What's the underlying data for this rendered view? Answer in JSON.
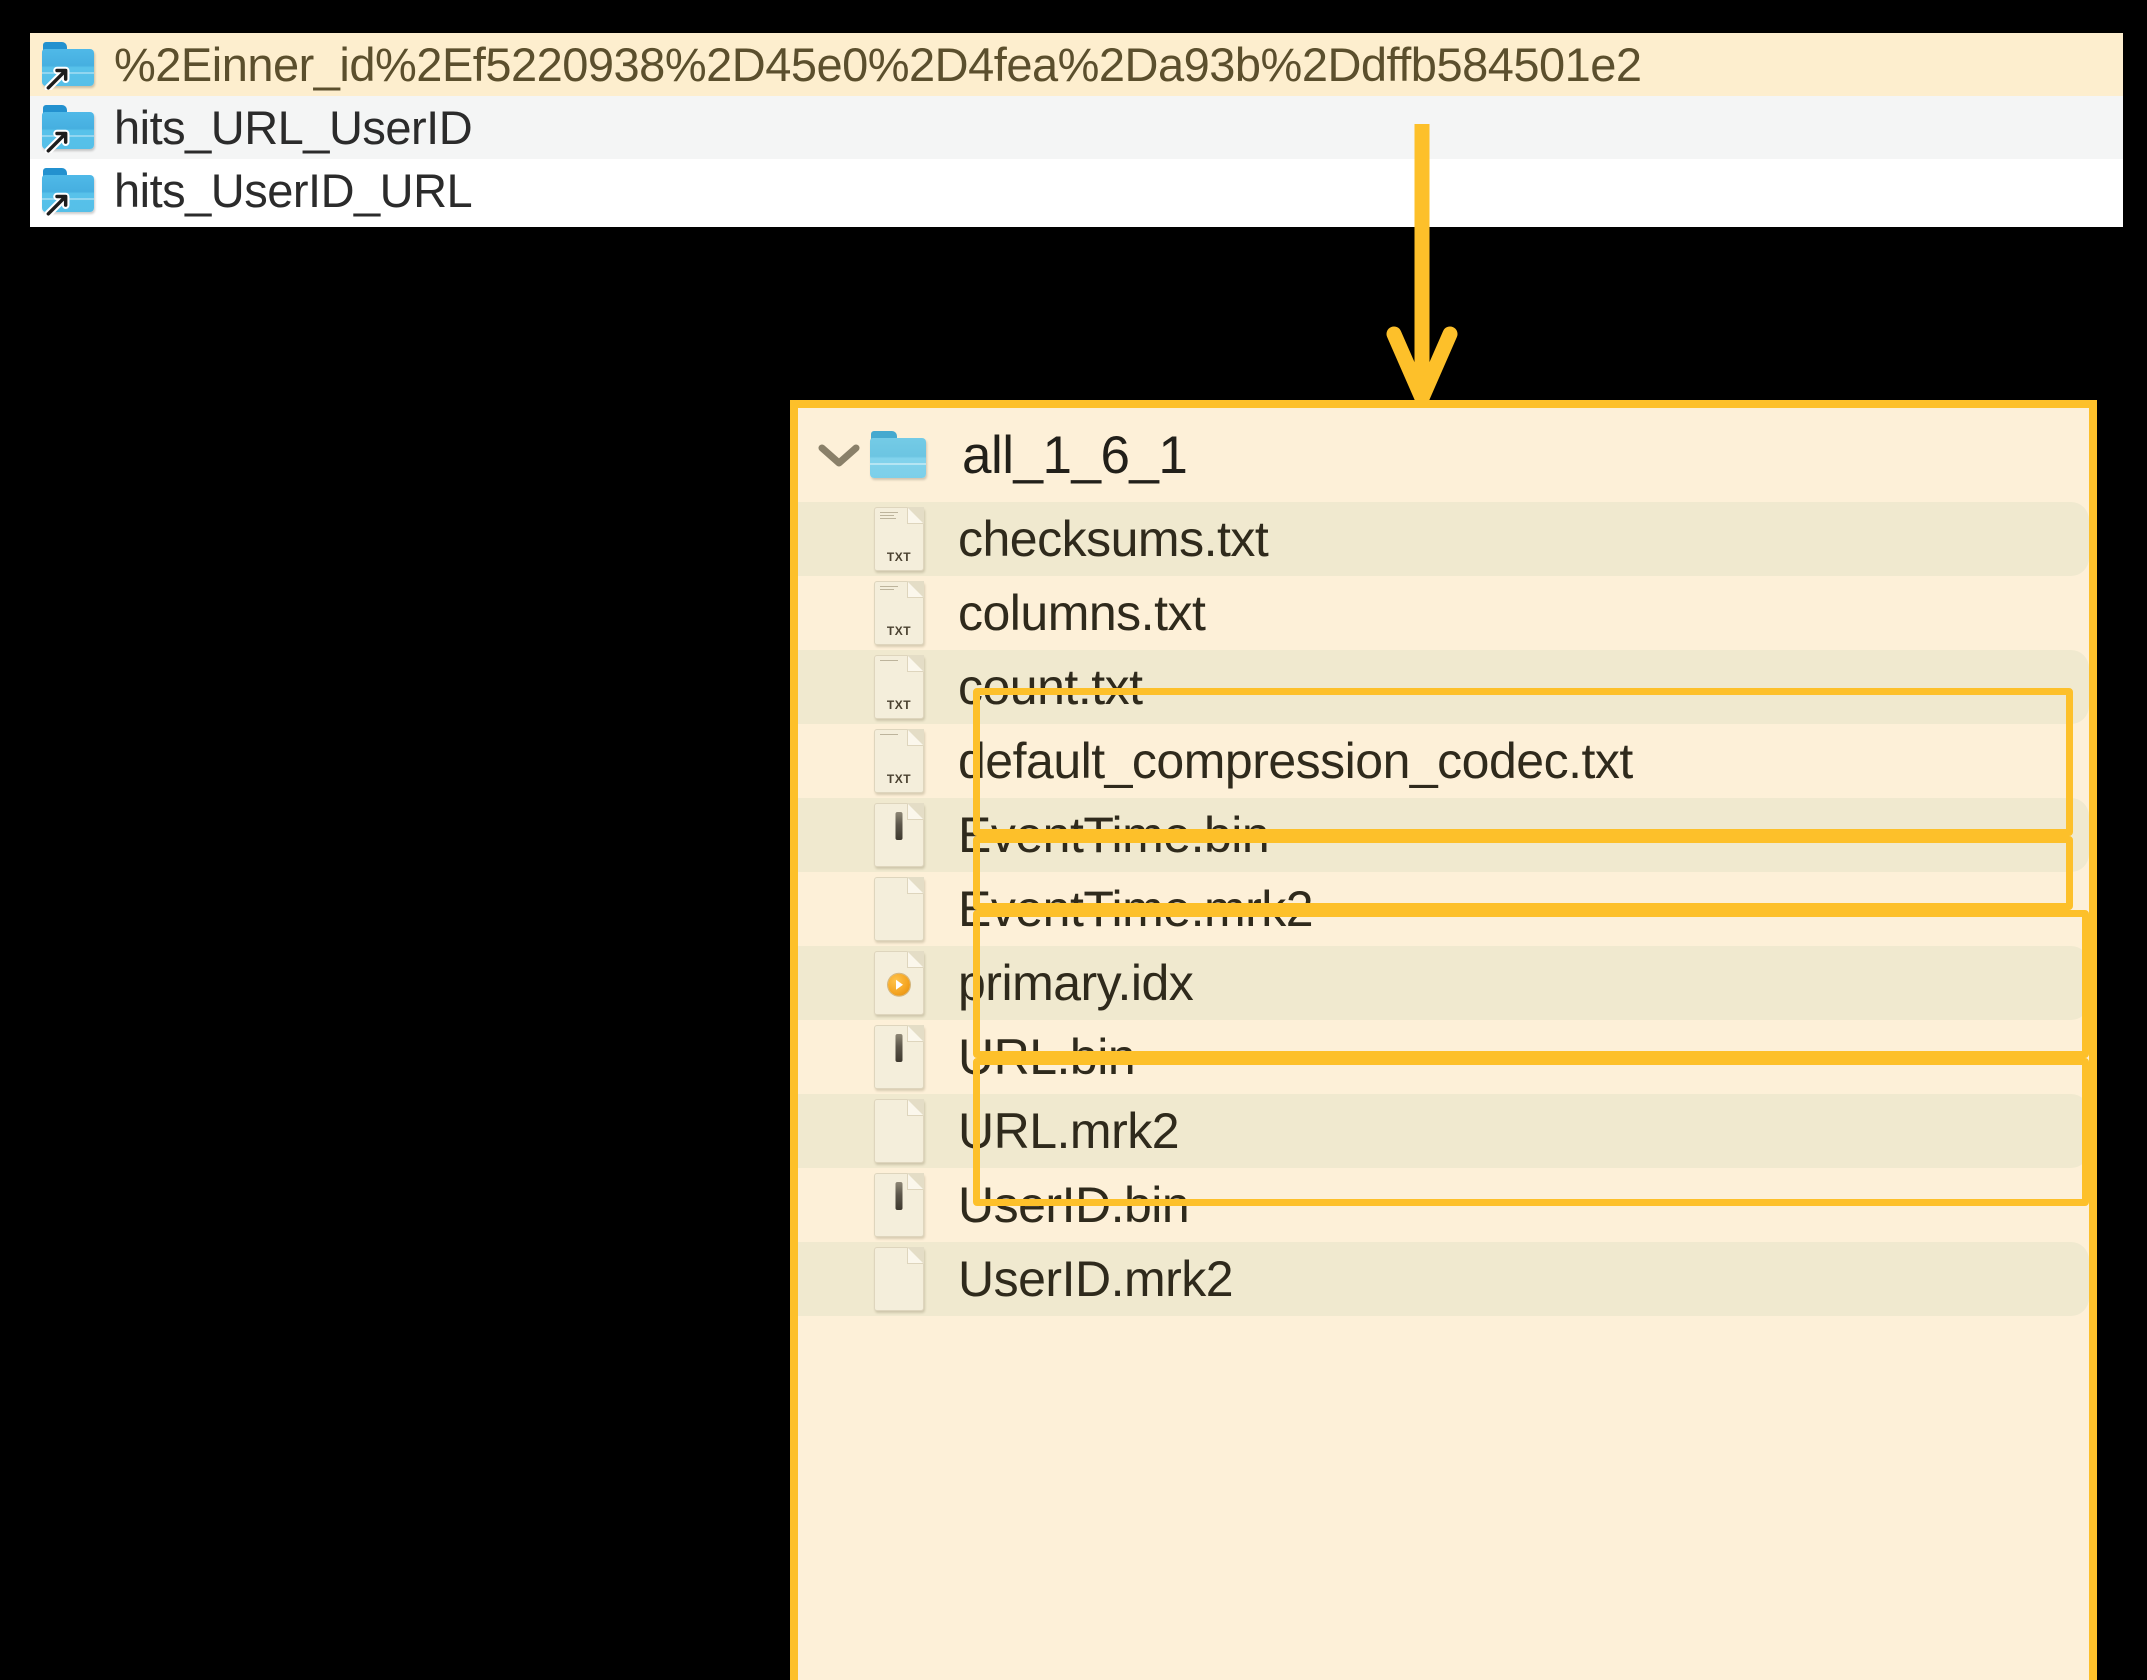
{
  "top_panel": {
    "name": "symlink-folder-list",
    "rows": [
      {
        "label": "%2Einner_id%2Ef5220938%2D45e0%2D4fea%2Da93b%2Ddffb584501e2",
        "icon": "folder-symlink-icon",
        "state": "selected"
      },
      {
        "label": "hits_URL_UserID",
        "icon": "folder-symlink-icon",
        "state": "alt"
      },
      {
        "label": "hits_UserID_URL",
        "icon": "folder-symlink-icon",
        "state": "plain"
      }
    ]
  },
  "arrow": {
    "name": "flow-arrow-down",
    "color": "#fdc02a",
    "direction": "down"
  },
  "tree_panel": {
    "name": "part-directory-tree",
    "border_color": "#fdc02a",
    "background": "#fdf0d8",
    "root": {
      "label": "all_1_6_1",
      "icon": "folder-icon",
      "expander": "chevron-down-icon",
      "expanded": true
    },
    "files": [
      {
        "label": "checksums.txt",
        "icon": "txt-file-icon",
        "tag": "TXT",
        "shade": true,
        "highlighted": false
      },
      {
        "label": "columns.txt",
        "icon": "txt-file-icon",
        "tag": "TXT",
        "shade": false,
        "highlighted": false
      },
      {
        "label": "count.txt",
        "icon": "txt-file-icon",
        "tag": "TXT",
        "shade": true,
        "highlighted": false
      },
      {
        "label": "default_compression_codec.txt",
        "icon": "txt-file-icon",
        "tag": "TXT",
        "shade": false,
        "highlighted": false
      },
      {
        "label": "EventTime.bin",
        "icon": "bin-file-icon",
        "tag": "",
        "shade": true,
        "highlighted": true
      },
      {
        "label": "EventTime.mrk2",
        "icon": "mrk-file-icon",
        "tag": "",
        "shade": false,
        "highlighted": true
      },
      {
        "label": "primary.idx",
        "icon": "idx-file-icon",
        "tag": "",
        "shade": true,
        "highlighted": true
      },
      {
        "label": "URL.bin",
        "icon": "bin-file-icon",
        "tag": "",
        "shade": false,
        "highlighted": true
      },
      {
        "label": "URL.mrk2",
        "icon": "mrk-file-icon",
        "tag": "",
        "shade": true,
        "highlighted": true
      },
      {
        "label": "UserID.bin",
        "icon": "bin-file-icon",
        "tag": "",
        "shade": false,
        "highlighted": true
      },
      {
        "label": "UserID.mrk2",
        "icon": "mrk-file-icon",
        "tag": "",
        "shade": true,
        "highlighted": true
      }
    ],
    "highlight_groups": [
      {
        "name": "eventtime-column-files",
        "from": "EventTime.bin",
        "to": "EventTime.mrk2"
      },
      {
        "name": "primary-index-file",
        "from": "primary.idx",
        "to": "primary.idx"
      },
      {
        "name": "url-column-files",
        "from": "URL.bin",
        "to": "URL.mrk2"
      },
      {
        "name": "userid-column-files",
        "from": "UserID.bin",
        "to": "UserID.mrk2"
      }
    ]
  }
}
